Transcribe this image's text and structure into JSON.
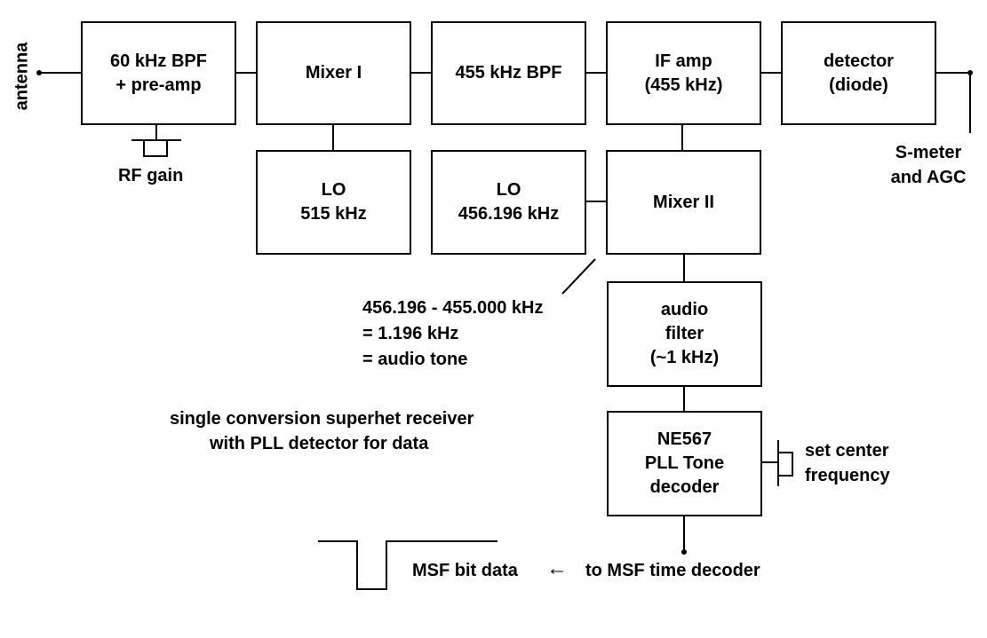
{
  "title": {
    "line1": "single conversion superhet receiver",
    "line2": "with PLL detector for data"
  },
  "input_label": "antenna",
  "blocks": {
    "bpf60": {
      "line1": "60 kHz BPF",
      "line2": "+ pre-amp"
    },
    "mixer1": {
      "line1": "Mixer I"
    },
    "bpf455": {
      "line1": "455 kHz BPF"
    },
    "ifamp": {
      "line1": "IF amp",
      "line2": "(455 kHz)"
    },
    "detector": {
      "line1": "detector",
      "line2": "(diode)"
    },
    "lo515": {
      "line1": "LO",
      "line2": "515 kHz"
    },
    "lo456": {
      "line1": "LO",
      "line2": "456.196 kHz"
    },
    "mixer2": {
      "line1": "Mixer II"
    },
    "audio": {
      "line1": "audio",
      "line2": "filter",
      "line3": "(~1 kHz)"
    },
    "ne567": {
      "line1": "NE567",
      "line2": "PLL Tone",
      "line3": "decoder"
    }
  },
  "labels": {
    "rf_gain": "RF gain",
    "smeter_line1": "S-meter",
    "smeter_line2": "and AGC",
    "set_center_line1": "set center",
    "set_center_line2": "frequency",
    "calc_line1": "456.196 - 455.000 kHz",
    "calc_line2": "= 1.196 kHz",
    "calc_line3": "= audio tone",
    "msf_bit_data": "MSF bit data",
    "arrow": "←",
    "to_msf": "to MSF time decoder"
  }
}
